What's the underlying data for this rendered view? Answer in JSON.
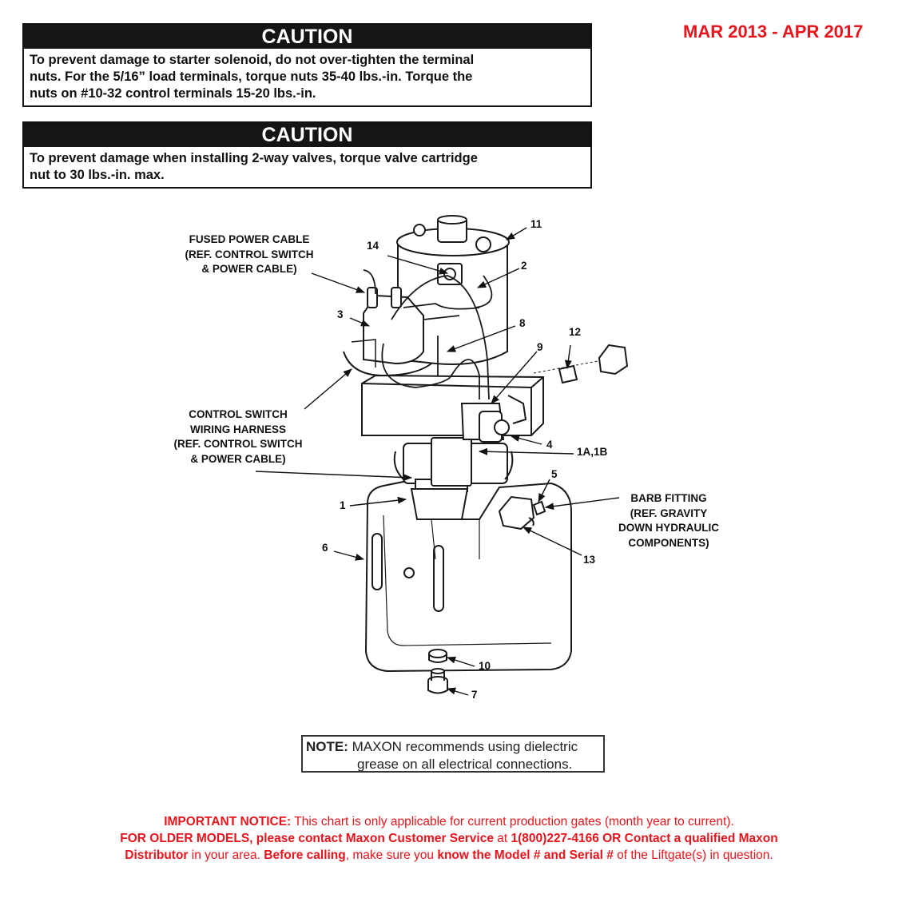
{
  "date_range": "MAR 2013 - APR 2017",
  "cautions": [
    {
      "title": "CAUTION",
      "text": "To prevent damage to starter solenoid, do not over-tighten the terminal\nnuts. For the 5/16” load terminals, torque nuts 35-40 lbs.-in. Torque the\nnuts on #10-32 control terminals 15-20 lbs.-in."
    },
    {
      "title": "CAUTION",
      "text": "To prevent damage when installing 2-way valves, torque valve cartridge\nnut to 30 lbs.-in. max."
    }
  ],
  "callouts": {
    "fused_power_cable": "FUSED POWER CABLE\n(REF. CONTROL SWITCH\n& POWER CABLE)",
    "control_switch_harness": "CONTROL SWITCH\nWIRING HARNESS\n(REF. CONTROL SWITCH\n& POWER CABLE)",
    "barb_fitting": "BARB FITTING\n(REF. GRAVITY\nDOWN HYDRAULIC\nCOMPONENTS)"
  },
  "item_numbers": {
    "n11": "11",
    "n14": "14",
    "n2": "2",
    "n3": "3",
    "n8": "8",
    "n12": "12",
    "n9": "9",
    "n4": "4",
    "n1a1b": "1A,1B",
    "n5": "5",
    "n1": "1",
    "n6": "6",
    "n13": "13",
    "n10": "10",
    "n7": "7"
  },
  "note": {
    "label": "NOTE:",
    "line1": "MAXON recommends using dielectric",
    "line2": "grease on all electrical connections."
  },
  "notice": {
    "important_label": "IMPORTANT NOTICE:",
    "important_text": " This chart is only applicable for current production gates (month year to current).",
    "older_bold": "FOR OLDER MODELS, please contact Maxon Customer Service",
    "at": " at ",
    "phone_bold": "1(800)227-4166 OR Contact a qualified Maxon",
    "distributor_bold": "Distributor",
    "in_area": " in your area. ",
    "before_bold": "Before calling",
    "make_sure": ", make sure you ",
    "know_bold": "know the Model # and Serial #",
    "of_liftgate": " of the Liftgate(s) in question."
  },
  "colors": {
    "accent_red": "#e8141b",
    "line": "#1a1a1a"
  }
}
